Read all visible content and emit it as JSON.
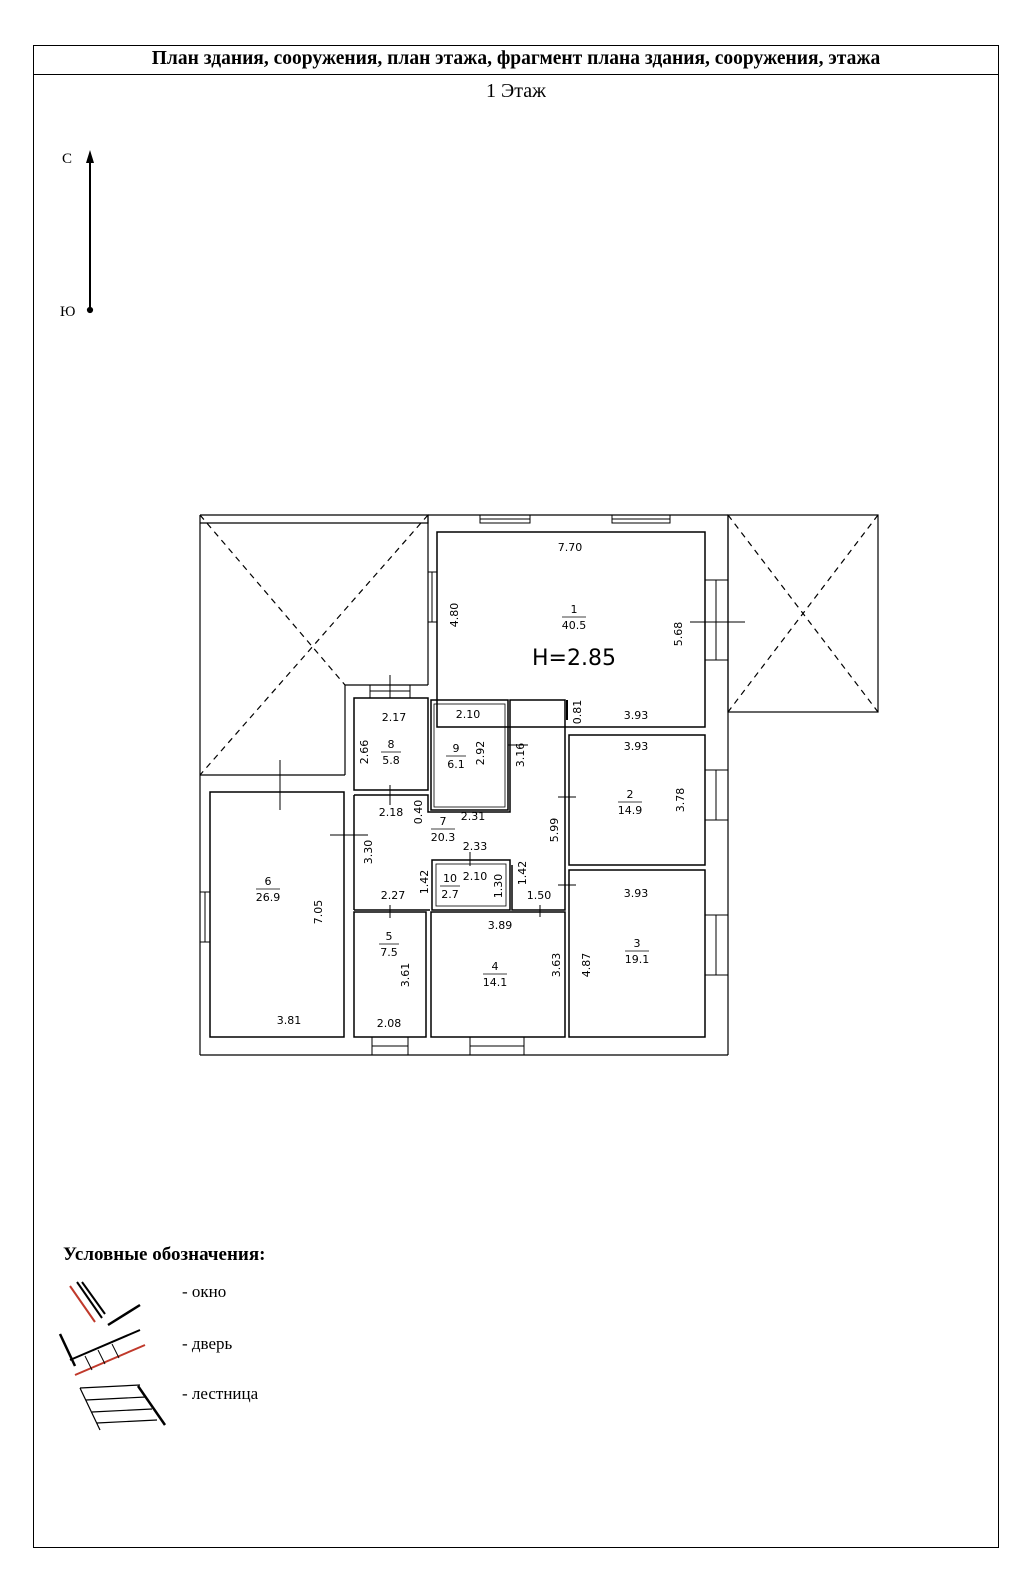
{
  "title": "План здания, сооружения, план этажа, фрагмент плана здания, сооружения, этажа",
  "floor_label": "1 Этаж",
  "compass": {
    "north": "С",
    "south": "Ю"
  },
  "ceiling_height": "H=2.85",
  "rooms": [
    {
      "number": "1",
      "area": "40.5"
    },
    {
      "number": "2",
      "area": "14.9"
    },
    {
      "number": "3",
      "area": "19.1"
    },
    {
      "number": "4",
      "area": "14.1"
    },
    {
      "number": "5",
      "area": "7.5"
    },
    {
      "number": "6",
      "area": "26.9"
    },
    {
      "number": "7",
      "area": "20.3"
    },
    {
      "number": "8",
      "area": "5.8"
    },
    {
      "number": "9",
      "area": "6.1"
    },
    {
      "number": "10",
      "area": "2.7"
    }
  ],
  "dimensions": {
    "r1_top": "7.70",
    "r1_left": "4.80",
    "r1_right": "5.68",
    "r1_bottom": "3.93",
    "r1_small": "0.81",
    "r2_top": "3.93",
    "r2_right": "3.78",
    "r3_top": "3.93",
    "r3_left": "4.87",
    "r4_top": "3.89",
    "r4_right": "3.63",
    "r5_right": "3.61",
    "r5_bottom": "2.08",
    "r6_right": "7.05",
    "r6_bottom": "3.81",
    "r7_a": "2.18",
    "r7_b": "0.40",
    "r7_c": "2.31",
    "r7_d": "3.30",
    "r7_e": "2.33",
    "r7_f": "1.42",
    "r7_g": "1.42",
    "r7_h": "2.27",
    "r7_i": "1.50",
    "r7_j": "5.99",
    "r8_top": "2.17",
    "r8_left": "2.66",
    "r9_top": "2.10",
    "r9_right": "2.92",
    "r9_outer": "3.16",
    "r10_top": "2.10",
    "r10_right": "1.30"
  },
  "legend": {
    "title": "Условные обозначения:",
    "window": "- окно",
    "door": "- дверь",
    "stairs": "- лестница"
  },
  "colors": {
    "line": "#000000",
    "legend_accent": "#c0392b"
  }
}
